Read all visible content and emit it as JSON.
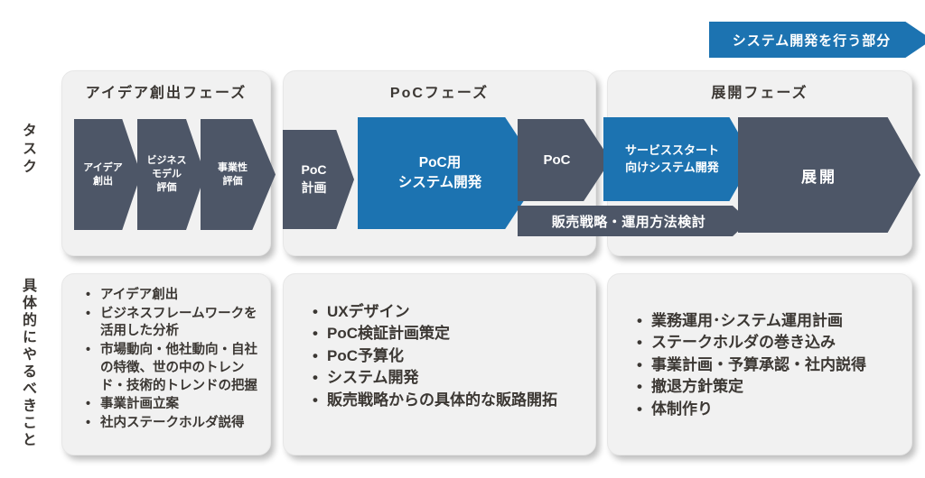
{
  "legend": {
    "label": "システム開発を行う部分"
  },
  "row_labels": {
    "tasks": "タスク",
    "actions": "具体的にやるべきこと"
  },
  "colors": {
    "accent_blue": "#1C73B1",
    "slate": "#4D5667",
    "panel_bg": "#F1F1F1",
    "text_dark": "#3B3733"
  },
  "phases": [
    {
      "title": "アイデア創出フェーズ",
      "steps": [
        {
          "label": "アイデア\n創出"
        },
        {
          "label": "ビジネス\nモデル\n評価"
        },
        {
          "label": "事業性\n評価"
        }
      ],
      "todos": [
        "アイデア創出",
        "ビジネスフレームワークを活用した分析",
        "市場動向・他社動向・自社の特徴、世の中のトレンド・技術的トレンドの把握",
        "事業計画立案",
        "社内ステークホルダ説得"
      ]
    },
    {
      "title": "PoCフェーズ",
      "steps": [
        {
          "label": "PoC\n計画"
        },
        {
          "label": "PoC用\nシステム開発"
        },
        {
          "label": "PoC"
        }
      ],
      "todos": [
        "UXデザイン",
        "PoC検証計画策定",
        "PoC予算化",
        "システム開発",
        "販売戦略からの具体的な販路開拓"
      ]
    },
    {
      "title": "展開フェーズ",
      "steps": [
        {
          "label": "サービススタート\n向けシステム開発"
        },
        {
          "label": "展開"
        }
      ],
      "todos": [
        "業務運用･システム運用計画",
        "ステークホルダの巻き込み",
        "事業計画・予算承認・社内説得",
        "撤退方針策定",
        "体制作り"
      ]
    }
  ],
  "cross_phase_step": {
    "label": "販売戦略・運用方法検討"
  }
}
